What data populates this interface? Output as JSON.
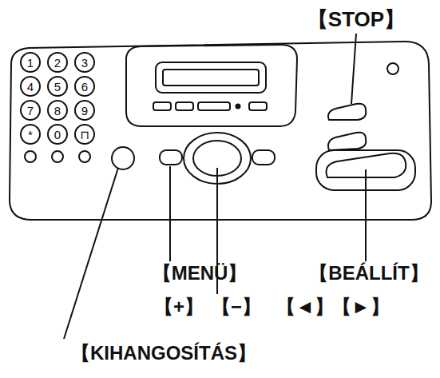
{
  "diagram": {
    "labels": [
      "【STOP】",
      "1",
      "2",
      "3",
      "4",
      "5",
      "6",
      "7",
      "8",
      "9",
      "*",
      "0",
      "⊓",
      "【MENÜ】",
      "【BEÁLLÍT】",
      "【+】",
      "【−】",
      "【◄】",
      "【►】",
      "【KIHANGOSÍTÁS】"
    ]
  }
}
